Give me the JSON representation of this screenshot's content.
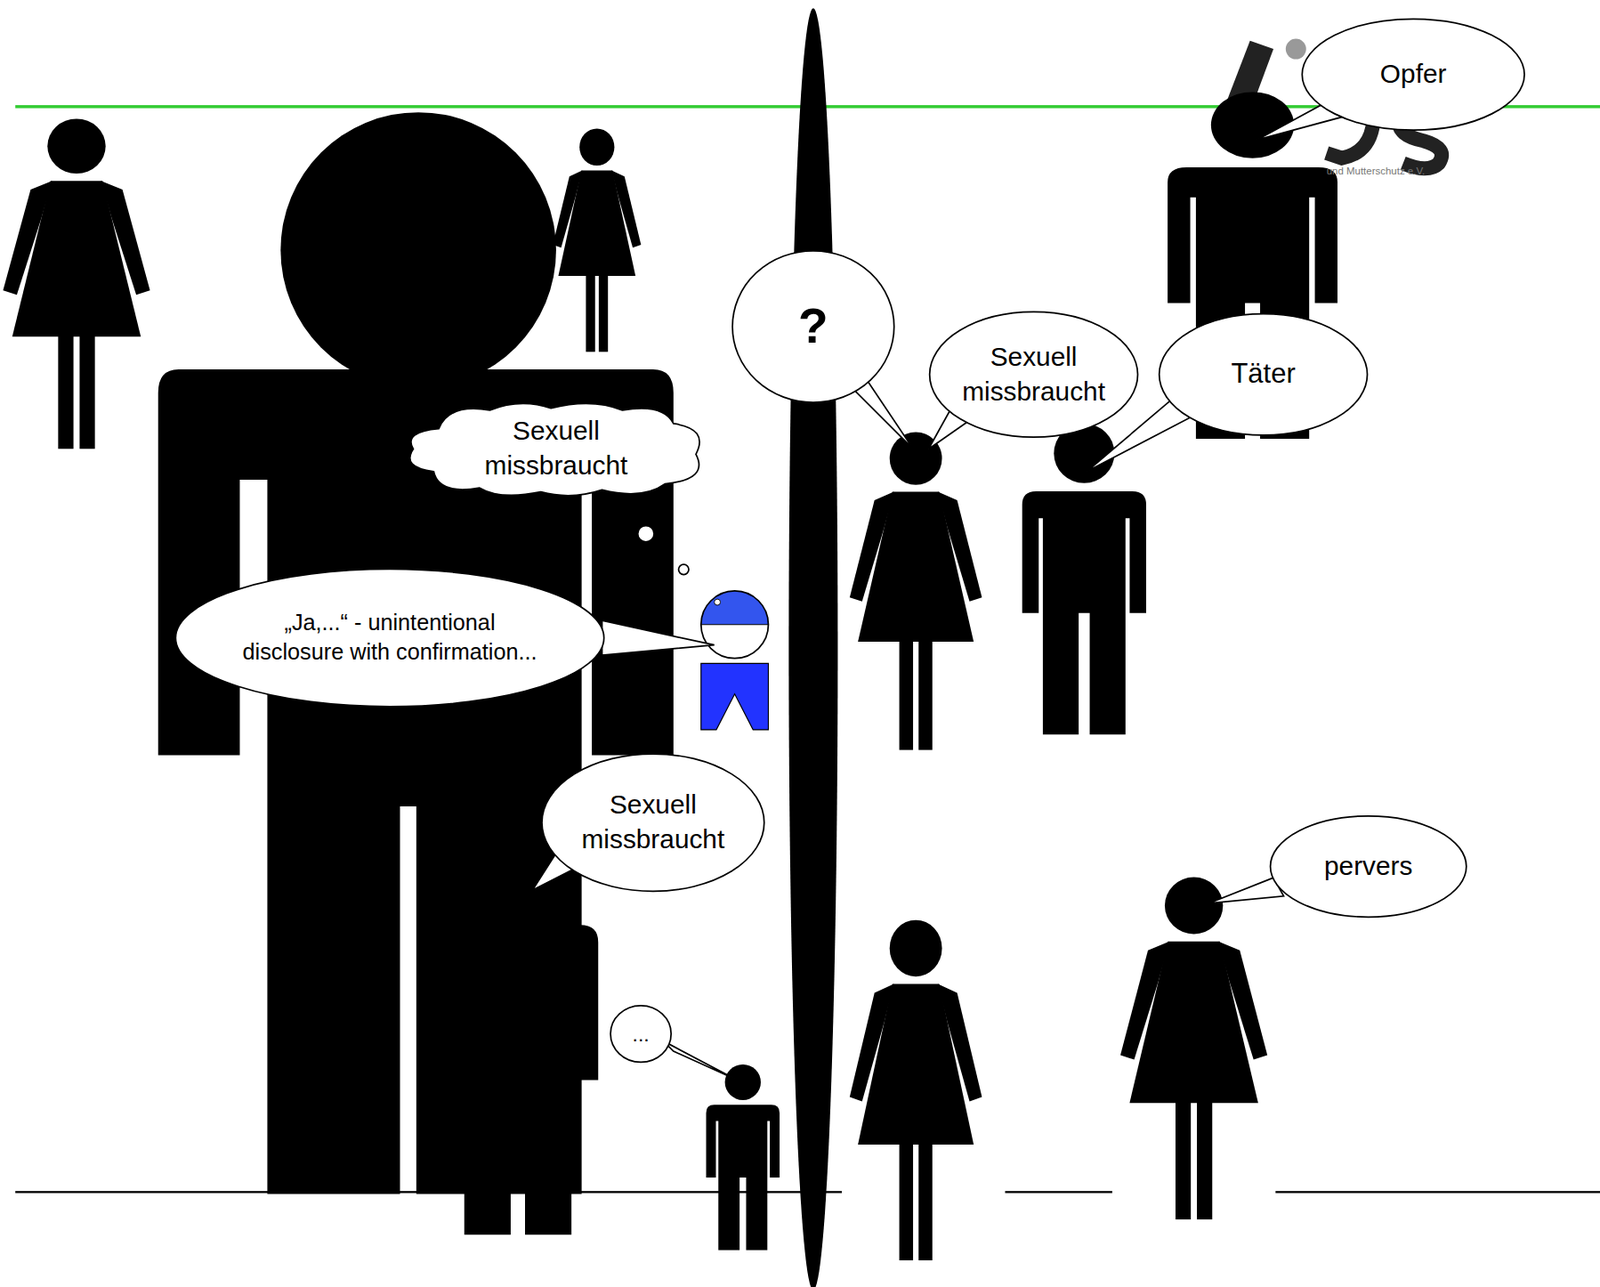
{
  "diagram": {
    "nodes": [
      {
        "text": [
          "Opfer"
        ]
      },
      {
        "text": [
          "?"
        ]
      },
      {
        "text": [
          "Sexuell missbraucht"
        ]
      },
      {
        "text": [
          "Täter"
        ]
      },
      {
        "text": [
          "Sexuell missbraucht"
        ]
      },
      {
        "text": [
          "„Ja,...“ - unintentional disclosure with confirmation..."
        ]
      },
      {
        "text": [
          "Sexuell missbraucht"
        ]
      },
      {
        "text": [
          "pervers"
        ]
      },
      {
        "text": [
          "..."
        ]
      }
    ],
    "labels": [
      "und Mutterschutz e.V."
    ]
  }
}
